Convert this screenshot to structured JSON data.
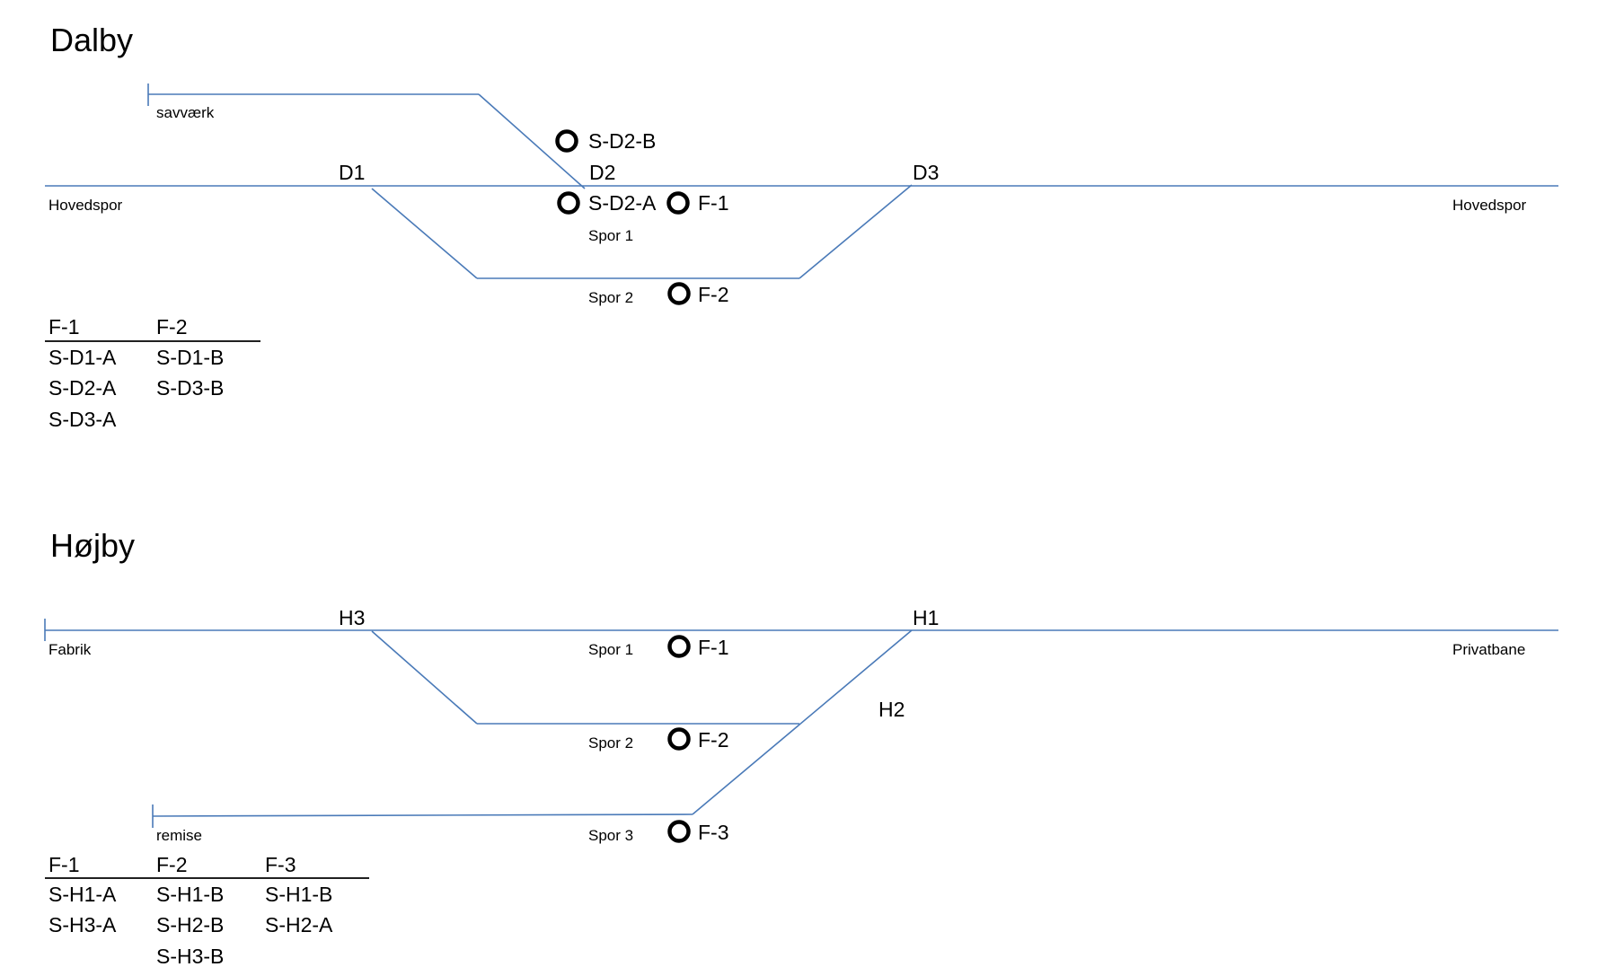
{
  "stations": [
    {
      "title": "Dalby",
      "switches": [
        "D1",
        "D2",
        "D3"
      ],
      "tracks": [
        "Hovedspor",
        "Hovedspor",
        "savværk",
        "Spor 1",
        "Spor 2"
      ],
      "signals": [
        "S-D2-B",
        "S-D2-A",
        "F-1",
        "F-2"
      ],
      "table": {
        "headers": [
          "F-1",
          "F-2"
        ],
        "columns": [
          [
            "S-D1-A",
            "S-D2-A",
            "S-D3-A"
          ],
          [
            "S-D1-B",
            "S-D3-B"
          ]
        ]
      }
    },
    {
      "title": "Højby",
      "switches": [
        "H3",
        "H1",
        "H2"
      ],
      "tracks": [
        "Fabrik",
        "Privatbane",
        "Spor 1",
        "Spor 2",
        "Spor 3",
        "remise"
      ],
      "signals": [
        "F-1",
        "F-2",
        "F-3"
      ],
      "table": {
        "headers": [
          "F-1",
          "F-2",
          "F-3"
        ],
        "columns": [
          [
            "S-H1-A",
            "S-H3-A"
          ],
          [
            "S-H1-B",
            "S-H2-B",
            "S-H3-B"
          ],
          [
            "S-H1-B",
            "S-H2-A"
          ]
        ]
      }
    }
  ]
}
